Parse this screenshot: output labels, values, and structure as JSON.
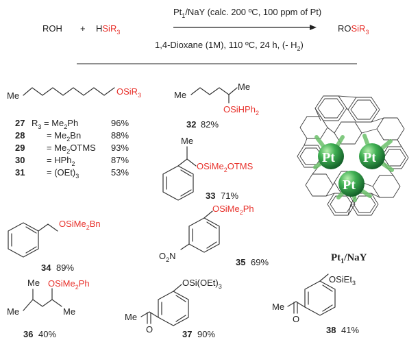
{
  "header": {
    "reactant_alcohol": "ROH",
    "plus": "+",
    "reactant_silane_prefix": "H",
    "reactant_silane_suffix": "SiR",
    "sub3": "3",
    "conditions_top_a": "Pt",
    "conditions_top_sub": "1",
    "conditions_top_b": "/NaY (calc. 200 ºC, 100 ppm of Pt)",
    "conditions_bottom_a": "1,4-Dioxane (1M), 110 ºC, 24 h, (- H",
    "conditions_bottom_sub": "2",
    "conditions_bottom_b": ")",
    "product_prefix": "RO",
    "product_suffix": "SiR"
  },
  "catalyst": {
    "atom_label": "Pt",
    "caption_a": "Pt",
    "caption_sub": "1",
    "caption_b": "/NaY",
    "sphere_color": "#2e9c4a",
    "bond_color": "#6cc06a"
  },
  "compounds": {
    "c27_31": {
      "me_label": "Me",
      "group_a": "OSiR",
      "group_sub": "3",
      "rows": [
        {
          "num": "27",
          "r_label": "R",
          "r_sub": "3",
          "eq": " = Me",
          "eq_sub": "2",
          "eq_tail": "Ph",
          "yield": "96%"
        },
        {
          "num": "28",
          "r_label": "",
          "r_sub": "",
          "eq": "= Me",
          "eq_sub": "2",
          "eq_tail": "Bn",
          "yield": "88%"
        },
        {
          "num": "29",
          "r_label": "",
          "r_sub": "",
          "eq": "= Me",
          "eq_sub": "2",
          "eq_tail": "OTMS",
          "yield": "93%"
        },
        {
          "num": "30",
          "r_label": "",
          "r_sub": "",
          "eq": "= HPh",
          "eq_sub": "2",
          "eq_tail": "",
          "yield": "87%"
        },
        {
          "num": "31",
          "r_label": "",
          "r_sub": "",
          "eq": "= (OEt)",
          "eq_sub": "3",
          "eq_tail": "",
          "yield": "53%"
        }
      ]
    },
    "c32": {
      "num": "32",
      "yield": "82%",
      "me1": "Me",
      "me2": "Me",
      "group_a": "OSiHPh",
      "group_sub": "2"
    },
    "c33": {
      "num": "33",
      "yield": "71%",
      "me": "Me",
      "group_a": "OSiMe",
      "group_sub": "2",
      "group_b": "OTMS"
    },
    "c34": {
      "num": "34",
      "yield": "89%",
      "group_a": "OSiMe",
      "group_sub": "2",
      "group_b": "Bn"
    },
    "c35": {
      "num": "35",
      "yield": "69%",
      "nitro_a": "O",
      "nitro_sub": "2",
      "nitro_b": "N",
      "group_a": "OSiMe",
      "group_sub": "2",
      "group_b": "Ph"
    },
    "c36": {
      "num": "36",
      "yield": "40%",
      "me1": "Me",
      "me2": "Me",
      "me3": "Me",
      "group_a": "OSiMe",
      "group_sub": "2",
      "group_b": "Ph"
    },
    "c37": {
      "num": "37",
      "yield": "90%",
      "me": "Me",
      "oxygen": "O",
      "group_a": "OSi(OEt)",
      "group_sub": "3"
    },
    "c38": {
      "num": "38",
      "yield": "41%",
      "me": "Me",
      "oxygen": "O",
      "group_a": "OSiEt",
      "group_sub": "3"
    }
  }
}
